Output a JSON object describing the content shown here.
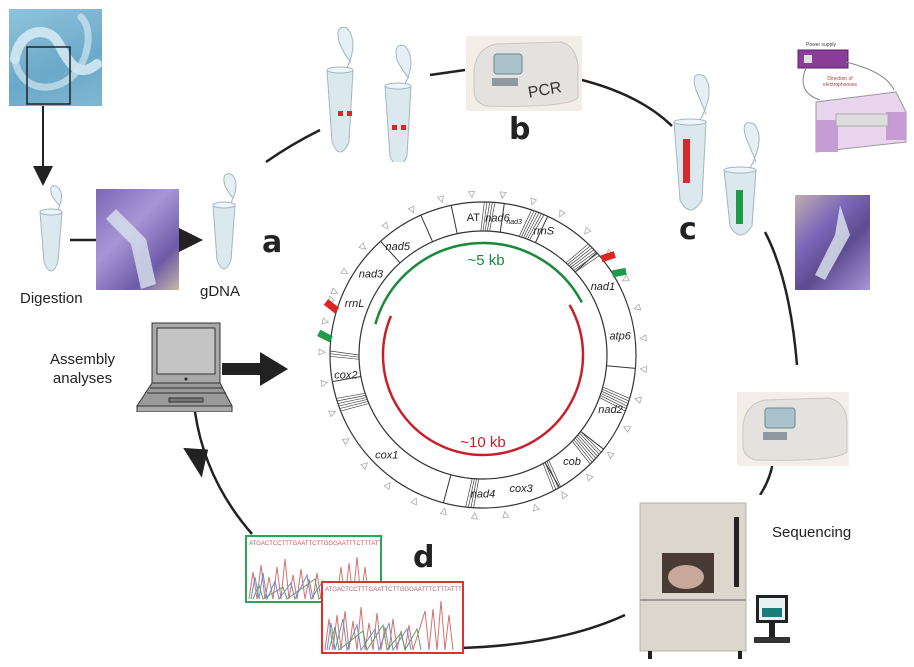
{
  "steps": {
    "a": "a",
    "b": "b",
    "c": "c",
    "d": "d"
  },
  "captions": {
    "digestion": "Digestion",
    "gdna": "gDNA",
    "assembly_line1": "Assembly",
    "assembly_line2": "analyses",
    "sequencing": "Sequencing",
    "pcr": "PCR"
  },
  "electrophoresis": {
    "power_supply": "Power supply",
    "direction": "Direction of electrophoresis"
  },
  "mito_map": {
    "genes": [
      {
        "name": "AT",
        "italic": false
      },
      {
        "name": "nad6",
        "italic": true
      },
      {
        "name": "nad3",
        "italic": true,
        "small": true
      },
      {
        "name": "rrnS",
        "italic": true
      },
      {
        "name": "nad1",
        "italic": true
      },
      {
        "name": "atp6",
        "italic": true
      },
      {
        "name": "nad2",
        "italic": true
      },
      {
        "name": "cob",
        "italic": true
      },
      {
        "name": "cox3",
        "italic": true
      },
      {
        "name": "nad4",
        "italic": true
      },
      {
        "name": "cox1",
        "italic": true
      },
      {
        "name": "cox2",
        "italic": true
      },
      {
        "name": "rrnL",
        "italic": true
      },
      {
        "name": "nad3",
        "italic": true
      },
      {
        "name": "nad5",
        "italic": true
      }
    ],
    "amplicons": [
      {
        "label": "~5 kb",
        "color": "#1a8a3a"
      },
      {
        "label": "~10 kb",
        "color": "#c8202a"
      }
    ]
  },
  "colors": {
    "green": "#1a8a3a",
    "red": "#d42a2a",
    "primer_green": "#1f9a48",
    "primer_red": "#e02424"
  }
}
